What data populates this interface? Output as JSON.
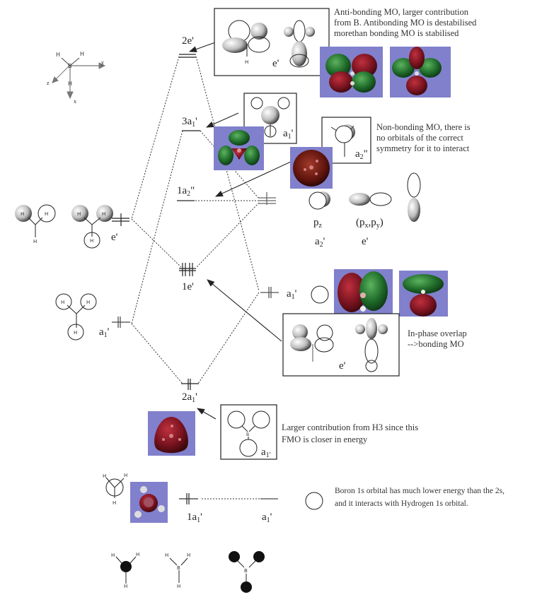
{
  "diagram": {
    "title": "BH3 molecular orbital diagram",
    "axes_label": {
      "y": "y",
      "z": "z",
      "x": "x",
      "atom_center": "B",
      "atom_h": "H"
    },
    "mo_levels": [
      {
        "id": "2e_prime",
        "label": "2e'",
        "electrons": 0,
        "degeneracy": 2
      },
      {
        "id": "3a1_prime",
        "label": "3a1'",
        "electrons": 0,
        "degeneracy": 1
      },
      {
        "id": "1a2_dprime",
        "label": "1a2\"",
        "electrons": 0,
        "degeneracy": 1
      },
      {
        "id": "1e_prime",
        "label": "1e'",
        "electrons": 4,
        "degeneracy": 2
      },
      {
        "id": "2a1_prime",
        "label": "2a1'",
        "electrons": 2,
        "degeneracy": 1
      },
      {
        "id": "1a1_prime",
        "label": "1a1'",
        "electrons": 2,
        "degeneracy": 1
      }
    ],
    "h3_fragment": {
      "levels": [
        {
          "label": "e'",
          "electrons": 1
        },
        {
          "label": "a1'",
          "electrons": 2
        }
      ]
    },
    "b_fragment": {
      "levels": [
        {
          "label": "p",
          "electrons": 1
        },
        {
          "label": "a1'",
          "electrons": 1
        },
        {
          "label": "a1'",
          "electrons": 0
        }
      ],
      "orbital_labels": {
        "pz": "pz",
        "pxpy": "(px,py)",
        "a2": "a2'",
        "e": "e'"
      }
    },
    "box_labels": {
      "box_2e": "e'",
      "box_3a1": "a1'",
      "box_1a2": "a2\"",
      "box_1e": "e'",
      "box_2a1": "a1'"
    },
    "notes": {
      "antibonding": [
        "Anti-bonding MO, larger contribution",
        "from B. Antibonding MO is destabilised",
        "morethan bonding MO is stabilised"
      ],
      "nonbonding": [
        "Non-bonding MO, there is",
        "no orbitals of the correct",
        "symmetry for it to interact"
      ],
      "inphase": [
        "In-phase overlap",
        "-->bonding MO"
      ],
      "larger_h3": [
        "Larger contribution from H3 since this",
        "FMO is closer in energy"
      ],
      "boron1s": [
        "Boron 1s orbital has much lower energy than the 2s,",
        "and it interacts with Hydrogen 1s orbital."
      ]
    },
    "colors": {
      "render_bg": "#8080cc",
      "lobe_red": "#7a1420",
      "lobe_green": "#1f6b2a",
      "line": "#222222"
    }
  }
}
